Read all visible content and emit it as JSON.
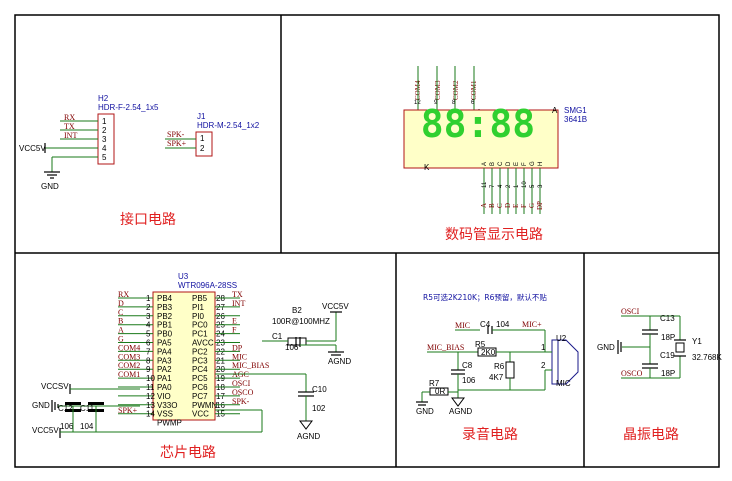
{
  "sections": {
    "interface": "接口电路",
    "display": "数码管显示电路",
    "chip": "芯片电路",
    "record": "录音电路",
    "crystal": "晶振电路"
  },
  "interface": {
    "h2_ref": "H2",
    "h2_val": "HDR-F-2.54_1x5",
    "h2_nets": [
      "RX",
      "TX",
      "INT"
    ],
    "h2_pins": [
      "1",
      "2",
      "3",
      "4",
      "5"
    ],
    "vcc": "VCC5V",
    "gnd": "GND",
    "j1_ref": "J1",
    "j1_val": "HDR-M-2.54_1x2",
    "j1_nets": [
      "SPK-",
      "SPK+"
    ],
    "j1_pins": [
      "1",
      "2"
    ]
  },
  "display": {
    "ref": "SMG1",
    "val": "3641B",
    "digits": "88:88",
    "com_nets": [
      "COM4",
      "COM3",
      "COM2",
      "COM1"
    ],
    "com_pins": [
      "12",
      "9",
      "8",
      "6"
    ],
    "seg_nets": [
      "A",
      "B",
      "C",
      "D",
      "E",
      "F",
      "G",
      "DP"
    ],
    "seg_pins": [
      "11",
      "7",
      "4",
      "2",
      "1",
      "10",
      "5",
      "3"
    ],
    "seg_labels": [
      "A",
      "B",
      "C",
      "D",
      "E",
      "F",
      "G",
      "H"
    ],
    "anode": "A",
    "cathode": "K",
    "top_num": "4"
  },
  "chip": {
    "ref": "U3",
    "val": "WTR096A-28SS",
    "left_nets": [
      "RX",
      "D",
      "C",
      "B",
      "A",
      "G",
      "COM4",
      "COM3",
      "COM2",
      "COM1",
      "",
      "",
      "",
      ""
    ],
    "left_pins": [
      "1",
      "2",
      "3",
      "4",
      "5",
      "6",
      "7",
      "8",
      "9",
      "10",
      "11",
      "12",
      "13",
      "14"
    ],
    "left_names": [
      "PB4",
      "PB3",
      "PB2",
      "PB1",
      "PB0",
      "PA5",
      "PA4",
      "PA3",
      "PA2",
      "PA1",
      "PA0",
      "VIO",
      "V33O",
      "VSS",
      "PWMP"
    ],
    "right_pins": [
      "28",
      "27",
      "26",
      "25",
      "24",
      "23",
      "22",
      "21",
      "20",
      "19",
      "18",
      "17",
      "16",
      "15"
    ],
    "right_names": [
      "PB5",
      "PI1",
      "PI0",
      "PC0",
      "PC1",
      "AVCC",
      "PC2",
      "PC3",
      "PC4",
      "PC5",
      "PC6",
      "PC7",
      "PWMN",
      "VCC"
    ],
    "right_nets": [
      "TX",
      "INT",
      "",
      "E",
      "F",
      "",
      "DP",
      "MIC",
      "MIC_BIAS",
      "AGC",
      "OSCI",
      "OSCO",
      "SPK-",
      ""
    ],
    "vcc_a": "VCCSV",
    "vcc_b": "VCC5V",
    "gnd": "GND",
    "spk": "SPK+",
    "c12": "C12",
    "c11": "C11",
    "c12v": "106",
    "c11v": "104",
    "b2": "B2",
    "b2v": "100R@100MHZ",
    "c1": "C1",
    "c1v": "106",
    "c10": "C10",
    "c10v": "102",
    "vcc5": "VCC5V",
    "agnd": "AGND"
  },
  "record": {
    "note": "R5可选2K210K；R6预留，默认不贴",
    "mic_net": "MIC",
    "c4": "C4",
    "c4v": "104",
    "micp": "MIC+",
    "bias": "MIC_BIAS",
    "r5": "R5",
    "r5v": "2K0",
    "c8": "C8",
    "c8v": "106",
    "r6": "R6",
    "r6v": "4K7",
    "r7": "R7",
    "r7v": "0R",
    "gnd": "GND",
    "agnd": "AGND",
    "u2": "U2",
    "mic_part": "MIC",
    "pin1": "1",
    "pin2": "2"
  },
  "crystal": {
    "osci": "OSCI",
    "osco": "OSCO",
    "c13": "C13",
    "c19": "C19",
    "cv": "18P",
    "y1": "Y1",
    "y1v": "32.768K",
    "gnd": "GND"
  },
  "colors": {
    "section_title": "#e02020",
    "wire": "#1a7a1a",
    "body": "#ffffc8"
  }
}
